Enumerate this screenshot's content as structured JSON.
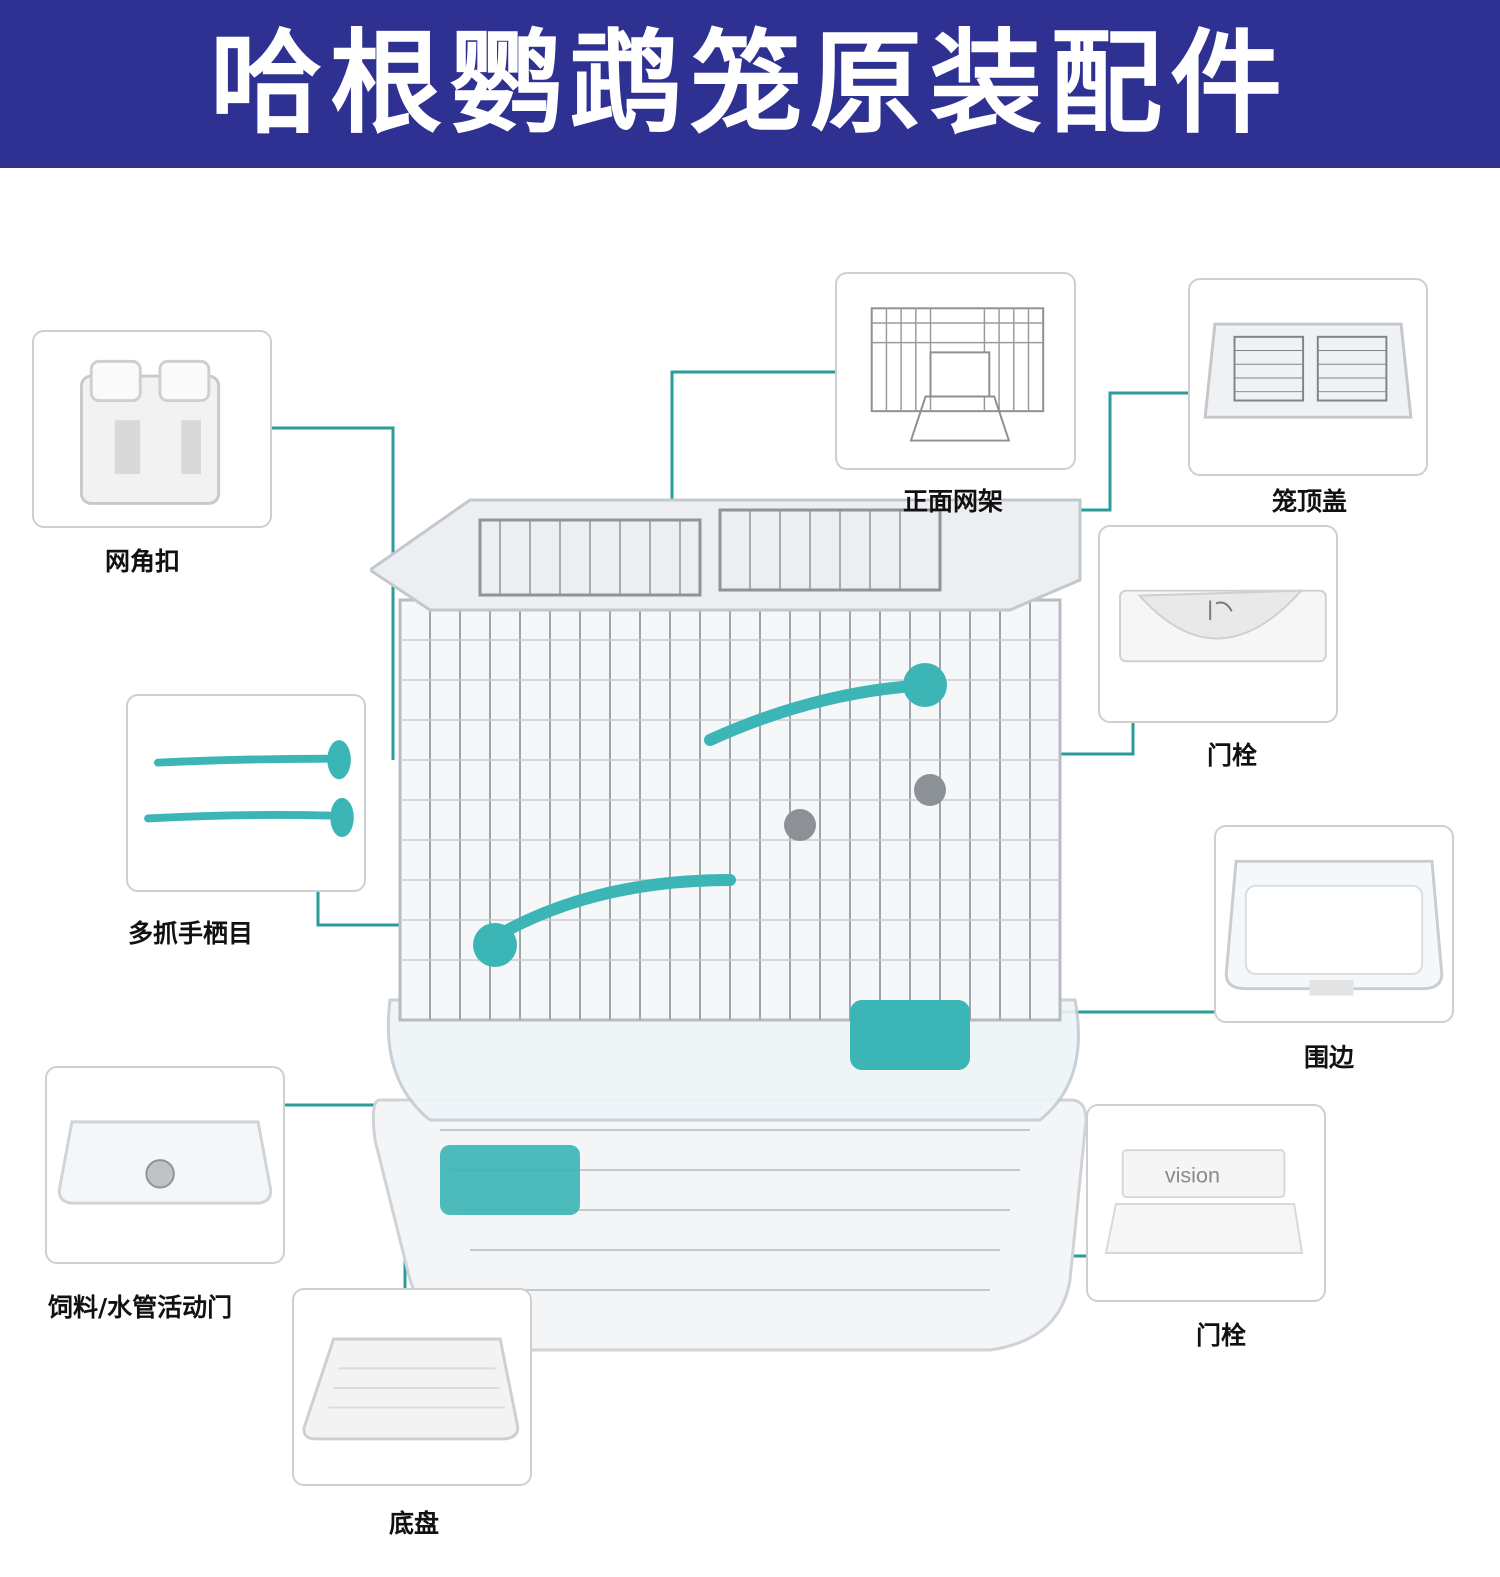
{
  "page": {
    "title": "哈根鹦鹉笼原装配件"
  },
  "colors": {
    "banner": "#2e3192",
    "connector": "#2a9d9a",
    "accent_teal": "#3bb5b5",
    "card_border": "#cfcfcf"
  },
  "parts": [
    {
      "id": "corner-clip",
      "label": "网角扣",
      "icon": "corner-clip-image"
    },
    {
      "id": "front-mesh",
      "label": "正面网架",
      "icon": "front-mesh-image"
    },
    {
      "id": "top-cover",
      "label": "笼顶盖",
      "icon": "top-cover-image"
    },
    {
      "id": "door-latch-1",
      "label": "门栓",
      "icon": "door-latch-image"
    },
    {
      "id": "perch",
      "label": "多抓手栖目",
      "icon": "perch-image"
    },
    {
      "id": "surround",
      "label": "围边",
      "icon": "surround-image"
    },
    {
      "id": "feeder-door",
      "label": "饲料/水管活动门",
      "icon": "feeder-door-image"
    },
    {
      "id": "door-latch-2",
      "label": "门栓",
      "icon": "vision-latch-image",
      "brand_text": "vision"
    },
    {
      "id": "base-tray",
      "label": "底盘",
      "icon": "base-tray-image"
    }
  ]
}
